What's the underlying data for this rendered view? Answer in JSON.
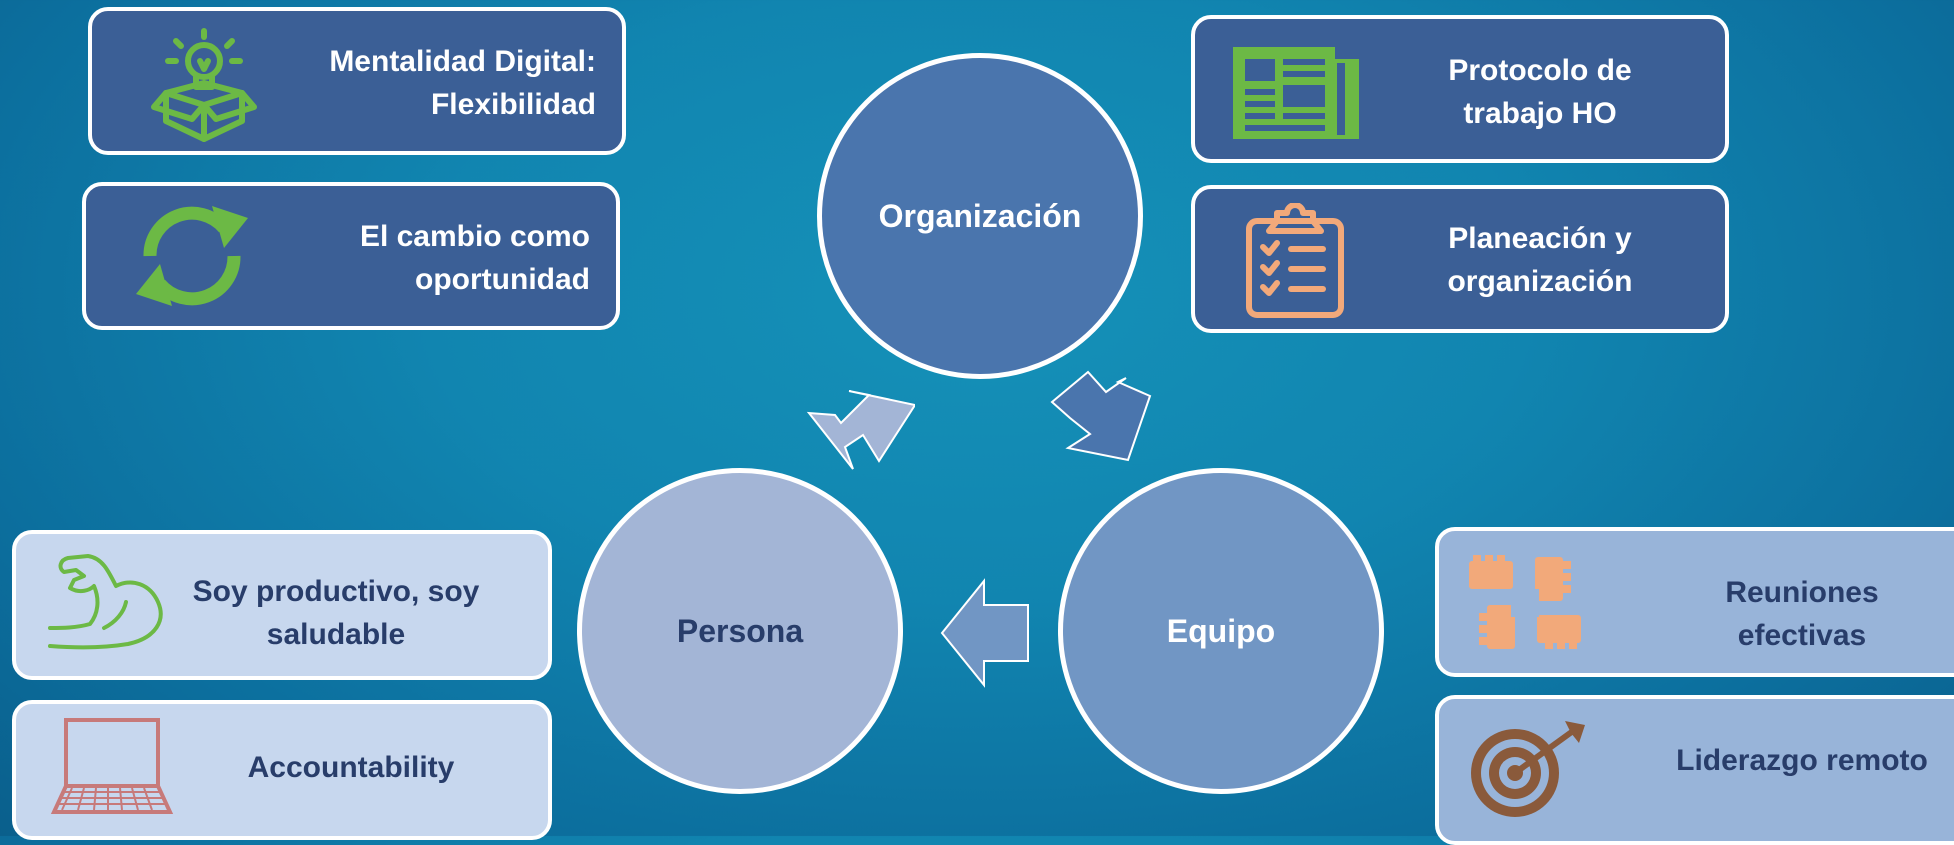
{
  "diagram": {
    "hubs": {
      "organizacion": "Organización",
      "equipo": "Equipo",
      "persona": "Persona"
    },
    "cards": {
      "mentalidad": "Mentalidad Digital: Flexibilidad",
      "cambio": "El cambio como oportunidad",
      "protocolo": "Protocolo de trabajo HO",
      "planeacion": "Planeación y organización",
      "productivo": "Soy productivo, soy saludable",
      "accountability": "Accountability",
      "reuniones": "Reuniones efectivas",
      "liderazgo": "Liderazgo remoto"
    }
  },
  "icons": {
    "mentalidad": "lightbulb-box-icon",
    "cambio": "refresh-cycle-icon",
    "protocolo": "newspaper-icon",
    "planeacion": "clipboard-checklist-icon",
    "productivo": "flexed-arm-icon",
    "accountability": "laptop-icon",
    "reuniones": "joined-hands-icon",
    "liderazgo": "target-dart-icon"
  },
  "colors": {
    "card_dark": "#3b5f96",
    "card_light": "#c7d7ee",
    "card_mid": "#98b4d9",
    "icon_green": "#6cb945",
    "icon_orange": "#f2a97a",
    "icon_brown": "#8a5a3b",
    "icon_pink": "#c77a7a"
  }
}
